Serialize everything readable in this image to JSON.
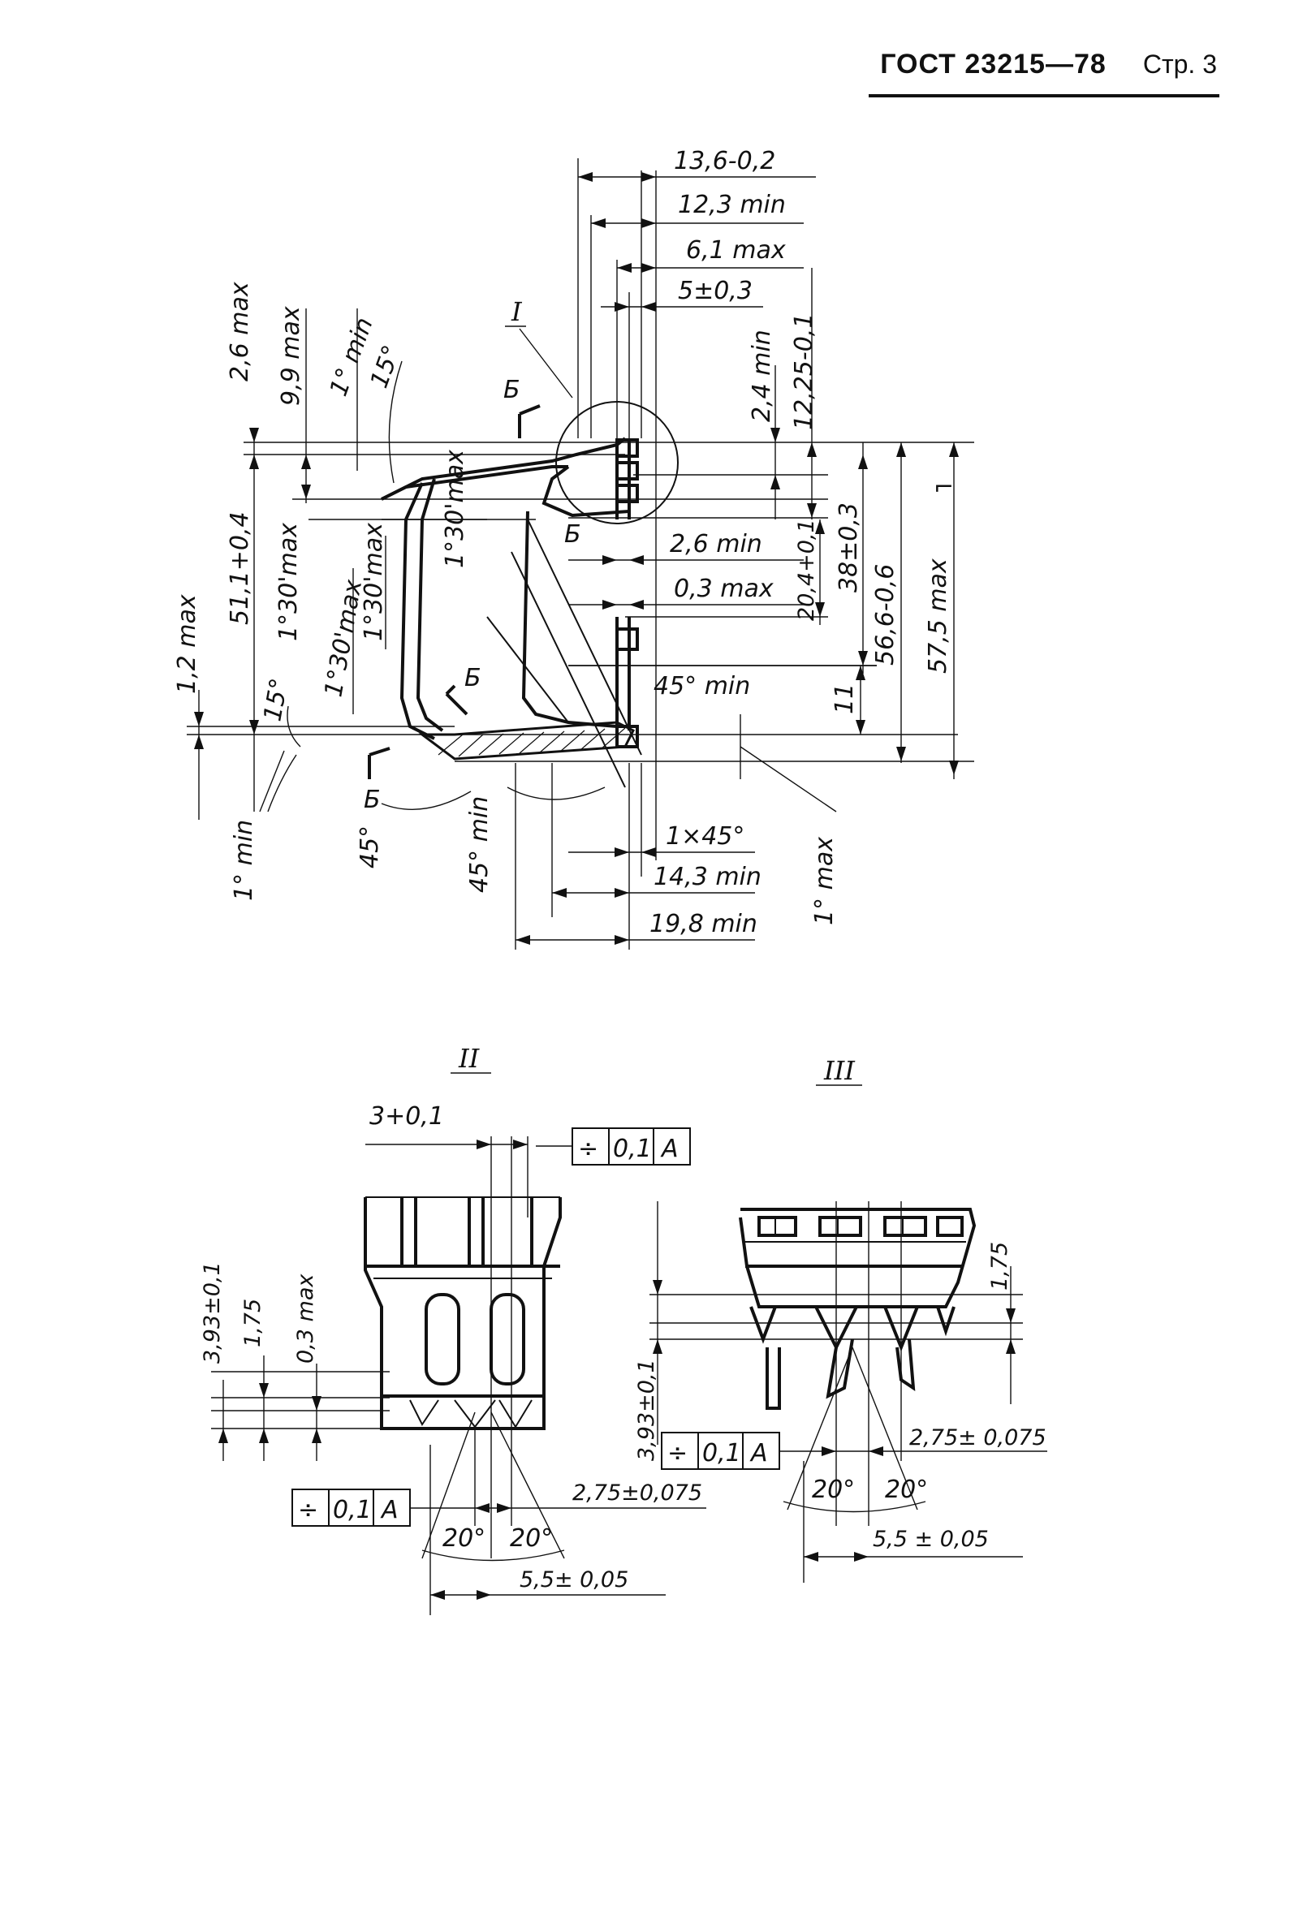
{
  "header": {
    "standard": "ГОСТ 23215—78",
    "page": "Стр. 3"
  },
  "views": {
    "main": {
      "detail_label": "I",
      "section_letter": "Б",
      "dims_top": [
        "13,6-0,2",
        "12,3 min",
        "6,1 max",
        "5±0,3"
      ],
      "dims_left": [
        "2,6 max",
        "9,9 max",
        "1° min",
        "15°",
        "51,1+0,4",
        "1,2 max",
        "1°30'max",
        "1°30'max",
        "1°30'max",
        "1°30'max",
        "15°",
        "1° min",
        "45°",
        "45° min"
      ],
      "dims_right": [
        "2,4 min",
        "12,25-0,1",
        "2,6 min",
        "20,4+0,1",
        "38±0,3",
        "0,3 max",
        "56,6-0,6",
        "57,5 max",
        "45° min",
        "11",
        "1° max"
      ],
      "dims_bottom": [
        "1×45°",
        "14,3 min",
        "19,8 min"
      ]
    },
    "detail2": {
      "label": "II",
      "dims": [
        "3+0,1",
        "3,93±0,1",
        "1,75",
        "0,3 max",
        "2,75±0,075",
        "20°",
        "20°",
        "5,5± 0,05"
      ],
      "tolerance_frame": [
        "÷",
        "0,1",
        "A"
      ]
    },
    "detail3": {
      "label": "III",
      "dims": [
        "1,75",
        "3,93±0,1",
        "2,75± 0,075",
        "20°",
        "20°",
        "5,5 ± 0,05"
      ],
      "tolerance_frame": [
        "÷",
        "0,1",
        "A"
      ]
    }
  }
}
